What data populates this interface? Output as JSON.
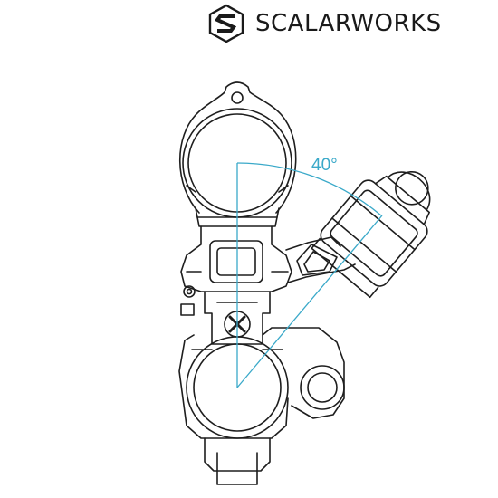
{
  "brand": {
    "name": "SCALARWORKS",
    "logo_icon": "scalarworks-s-logo"
  },
  "diagram": {
    "angle_label": "40°",
    "colors": {
      "line": "#1e1e1e",
      "accent": "#3aa9c9",
      "background": "#ffffff"
    }
  }
}
